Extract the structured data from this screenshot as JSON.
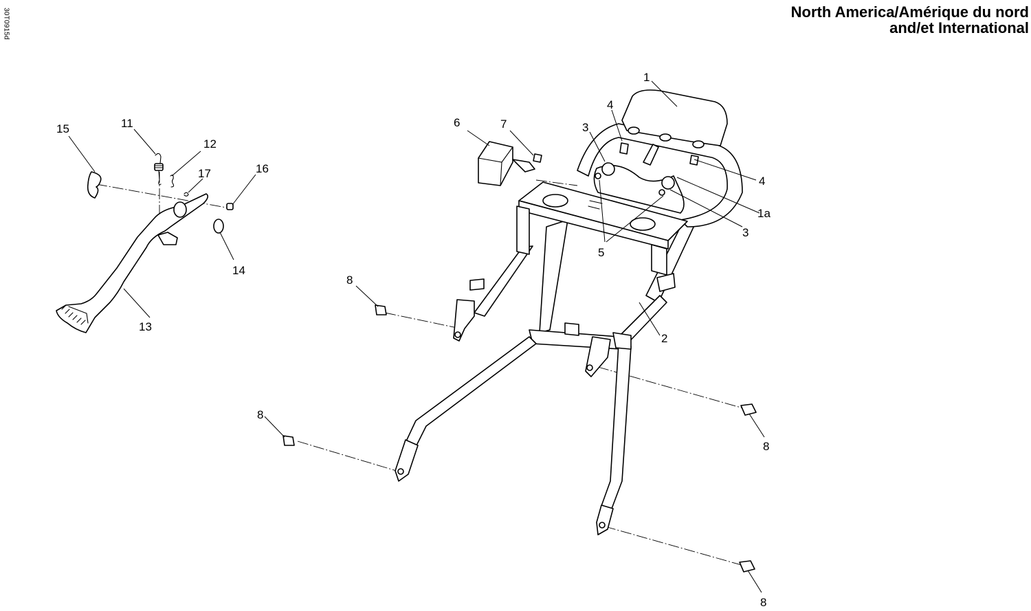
{
  "header": {
    "title_line1": "North America/Amérique du nord",
    "title_line2": "and/et International"
  },
  "drawing_code": "30T0915d",
  "callouts": [
    {
      "id": "callout-1",
      "label": "1"
    },
    {
      "id": "callout-1a",
      "label": "1a"
    },
    {
      "id": "callout-2",
      "label": "2"
    },
    {
      "id": "callout-3-left",
      "label": "3"
    },
    {
      "id": "callout-3-right",
      "label": "3"
    },
    {
      "id": "callout-4-top",
      "label": "4"
    },
    {
      "id": "callout-4-right",
      "label": "4"
    },
    {
      "id": "callout-5",
      "label": "5"
    },
    {
      "id": "callout-6",
      "label": "6"
    },
    {
      "id": "callout-7",
      "label": "7"
    },
    {
      "id": "callout-8-a",
      "label": "8"
    },
    {
      "id": "callout-8-b",
      "label": "8"
    },
    {
      "id": "callout-8-c",
      "label": "8"
    },
    {
      "id": "callout-8-d",
      "label": "8"
    },
    {
      "id": "callout-11",
      "label": "11"
    },
    {
      "id": "callout-12",
      "label": "12"
    },
    {
      "id": "callout-13",
      "label": "13"
    },
    {
      "id": "callout-14",
      "label": "14"
    },
    {
      "id": "callout-15",
      "label": "15"
    },
    {
      "id": "callout-16",
      "label": "16"
    },
    {
      "id": "callout-17",
      "label": "17"
    }
  ]
}
